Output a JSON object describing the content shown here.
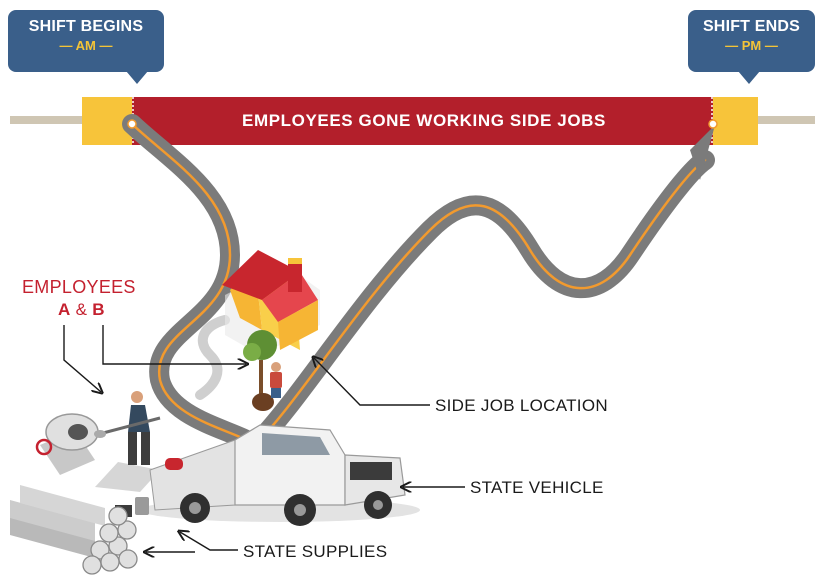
{
  "banner": {
    "text": "EMPLOYEES GONE WORKING SIDE JOBS"
  },
  "shift_start": {
    "title": "SHIFT BEGINS",
    "sub": "— AM —"
  },
  "shift_end": {
    "title": "SHIFT ENDS",
    "sub": "— PM —"
  },
  "employees": {
    "line1": "EMPLOYEES",
    "a": "A",
    "amp": "&",
    "b": "B"
  },
  "callouts": {
    "side_job_location": "SIDE JOB LOCATION",
    "state_vehicle": "STATE VEHICLE",
    "state_supplies": "STATE SUPPLIES"
  },
  "colors": {
    "banner_red": "#b31f2b",
    "timeline_yellow": "#f7c43a",
    "bubble_blue": "#3a5f8a",
    "road_gray": "#7b7b7b",
    "route_orange": "#f29a2e",
    "accent_red": "#c4212f"
  },
  "icons": [
    "house-icon",
    "truck-icon",
    "worker-icon",
    "cement-mixer-icon",
    "pipes-icon",
    "tree-icon",
    "gas-can-icon",
    "toolbox-icon"
  ]
}
